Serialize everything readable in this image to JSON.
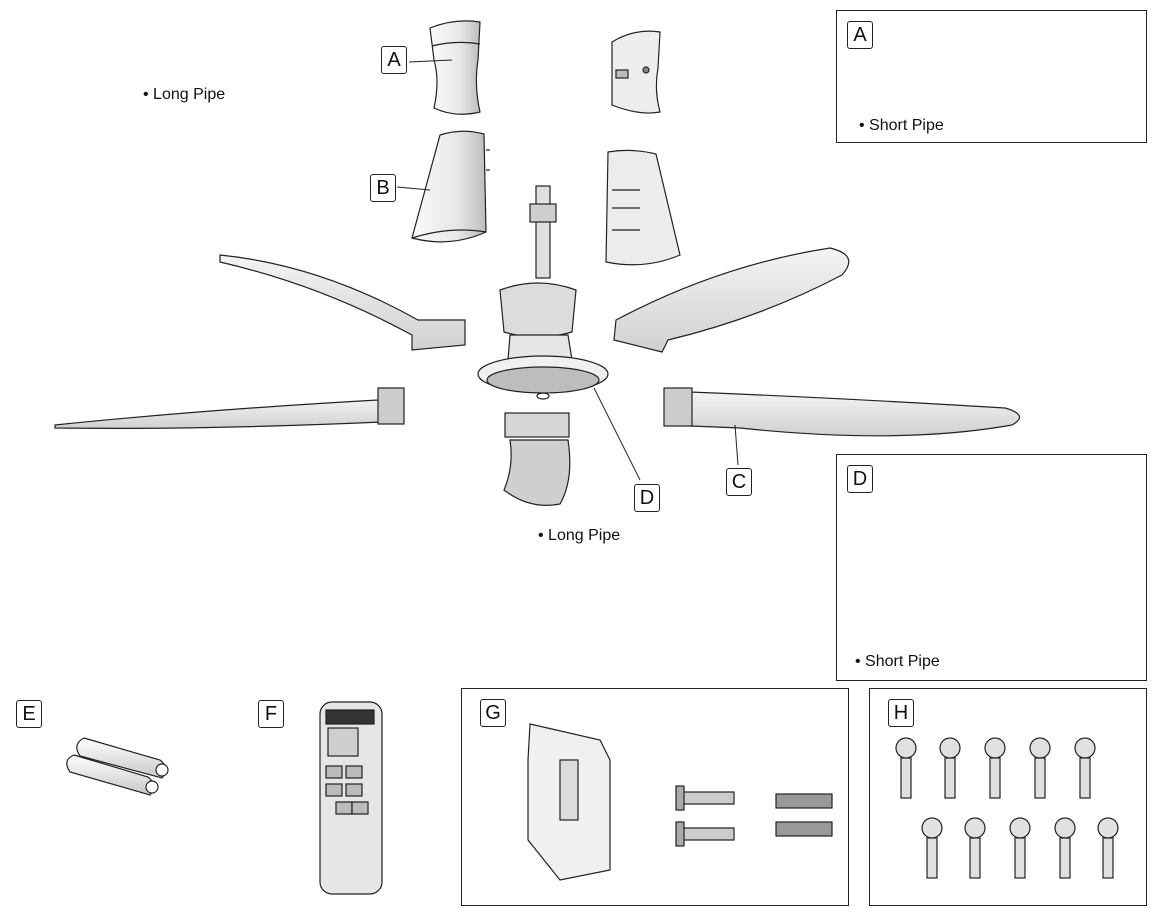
{
  "labels": {
    "a_main": "A",
    "b_main": "B",
    "c_main": "C",
    "d_main": "D",
    "a_inset": "A",
    "d_inset": "D",
    "e": "E",
    "f": "F",
    "g": "G",
    "h": "H"
  },
  "captions": {
    "long_pipe_top": "• Long Pipe",
    "long_pipe_bottom": "• Long Pipe",
    "short_pipe_a": "• Short Pipe",
    "short_pipe_d": "• Short Pipe"
  },
  "colors": {
    "line": "#222222",
    "fill_light": "#f2f2f2",
    "fill_mid": "#d9d9d9",
    "fill_dark": "#9a9a9a"
  },
  "icons": [
    "pipe-cover-a",
    "pipe-cover-b",
    "fan-blade",
    "motor-unit",
    "battery",
    "remote-control",
    "wall-holder",
    "screw",
    "wall-plug",
    "bolt"
  ]
}
